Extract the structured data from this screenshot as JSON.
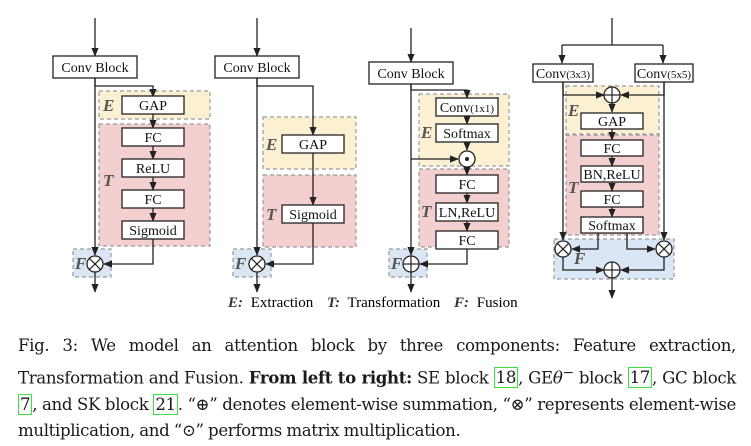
{
  "figure": {
    "colors": {
      "extraction_fill": "#fbf0d2",
      "transformation_fill": "#f4cfcf",
      "fusion_fill": "#dbe6f4",
      "region_border": "#9a9a9a",
      "label_color": "#555555",
      "citation_box": "#3ee03e"
    },
    "blocks": [
      {
        "name": "se-block",
        "input": "Conv Block",
        "extraction": [
          "GAP"
        ],
        "transformation": [
          "FC",
          "ReLU",
          "FC",
          "Sigmoid"
        ],
        "fusion_operator": "⊗"
      },
      {
        "name": "ge-block",
        "input": "Conv Block",
        "extraction": [
          "GAP"
        ],
        "transformation": [
          "Sigmoid"
        ],
        "fusion_operator": "⊗"
      },
      {
        "name": "gc-block",
        "input": "Conv Block",
        "extraction": [
          "Conv(1x1)",
          "Softmax"
        ],
        "extraction_operator": "⊙",
        "transformation": [
          "FC",
          "LN,ReLU",
          "FC"
        ],
        "fusion_operator": "⊕"
      },
      {
        "name": "sk-block",
        "inputs": [
          "Conv(3x3)",
          "Conv(5x5)"
        ],
        "pre_operator": "⊕",
        "extraction": [
          "GAP"
        ],
        "transformation": [
          "FC",
          "BN,ReLU",
          "FC",
          "Softmax"
        ],
        "fusion_operators": [
          "⊗",
          "⊗",
          "⊕"
        ]
      }
    ],
    "region_labels": {
      "E": "E",
      "T": "T",
      "F": "F"
    },
    "legend": {
      "e_key": "E:",
      "e_text": "Extraction",
      "t_key": "T:",
      "t_text": "Transformation",
      "f_key": "F:",
      "f_text": "Fusion"
    }
  },
  "caption": {
    "prefix": "Fig. 3:",
    "part1": " We model an attention block by three components: Feature extraction, Transformation and Fusion. ",
    "bold": "From left to right:",
    "part2": " SE block ",
    "cite1": "18",
    "part3": ", GE",
    "ge_theta": "θ",
    "ge_sup": "−",
    "part4": " block ",
    "cite2": "17",
    "part5": ", GC block ",
    "cite3": "7",
    "part6": ", and SK block ",
    "cite4": "21",
    "part7": ". “⊕” denotes element-wise summation, “⊗” represents element-wise multiplication, and “⊙” performs matrix multiplication."
  }
}
